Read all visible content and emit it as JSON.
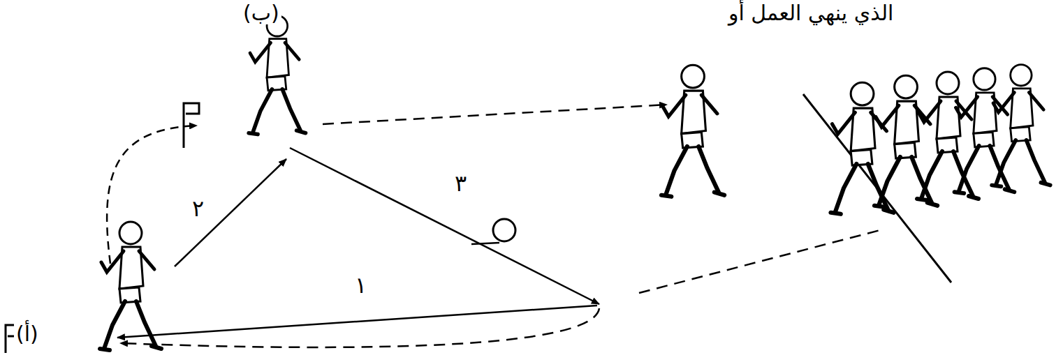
{
  "diagram": {
    "labels": [
      "الذي ينهي العمل أو",
      "(ب)",
      "(أ)",
      "٢",
      "٣",
      "١"
    ]
  }
}
